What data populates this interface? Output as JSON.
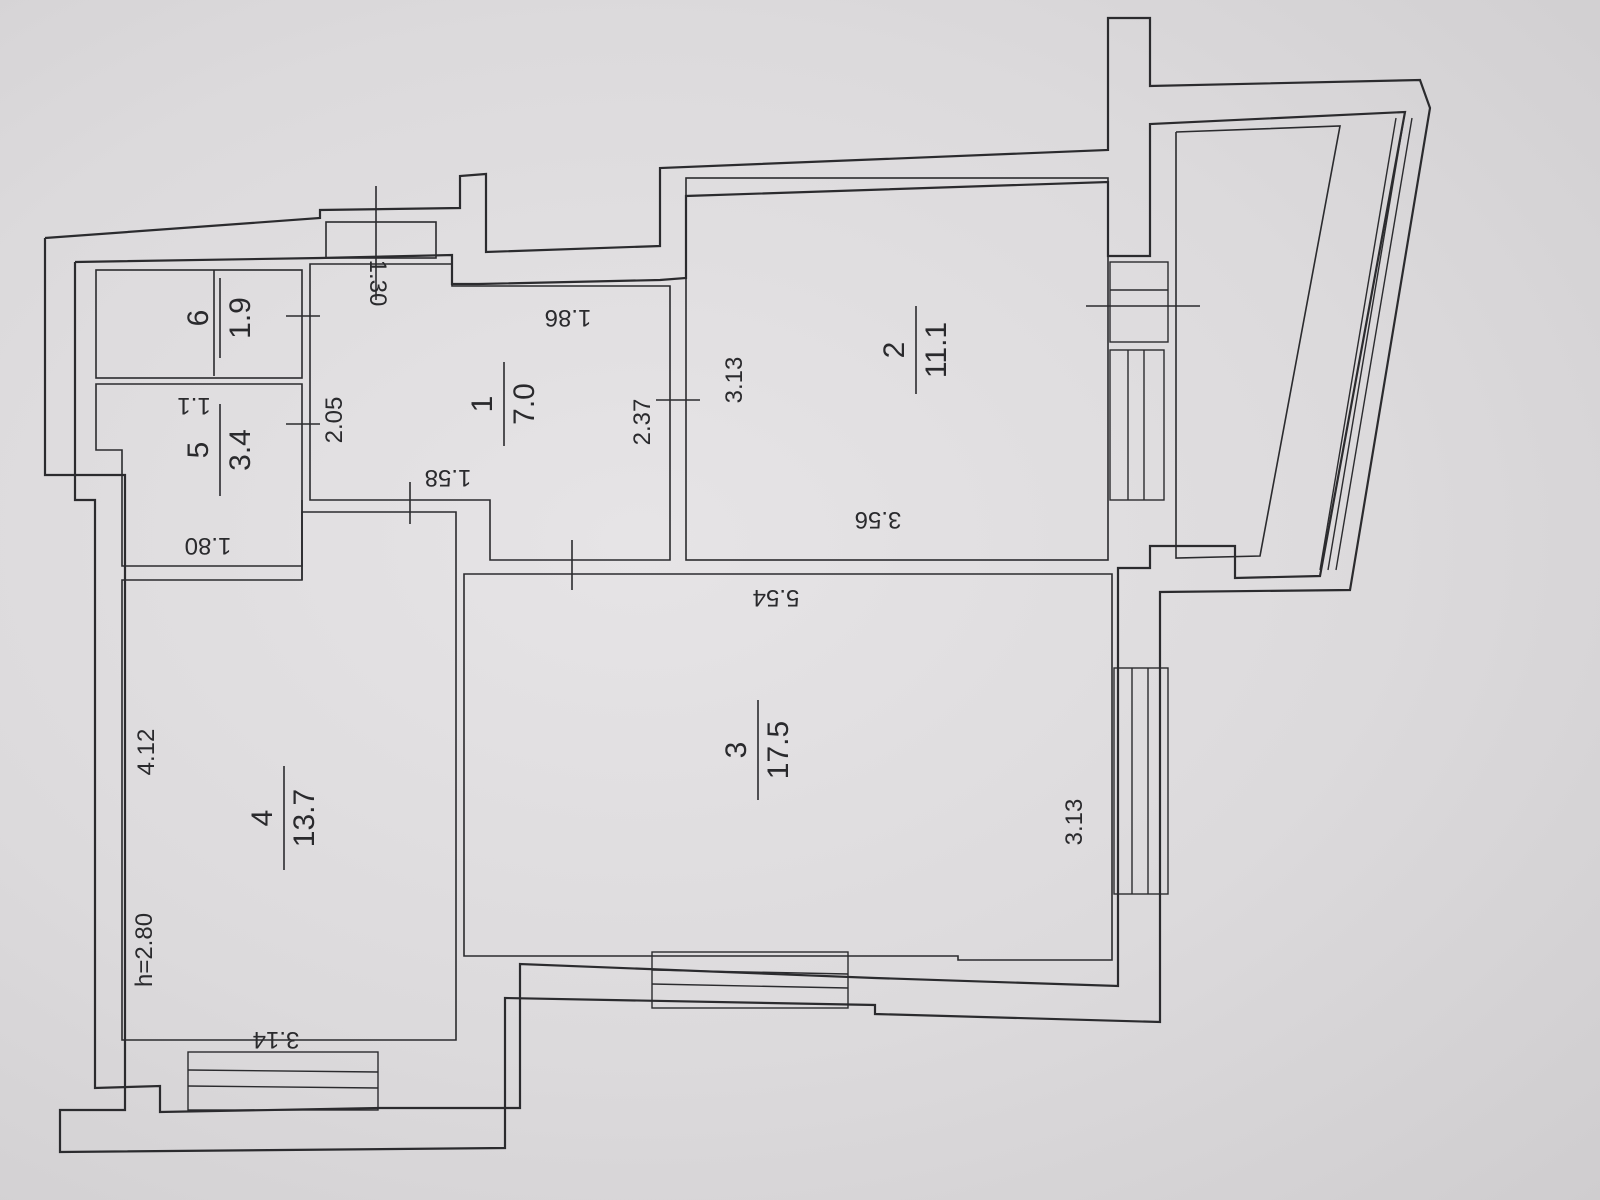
{
  "plan": {
    "ceiling_height": "h=2.80",
    "rooms": [
      {
        "id": "1",
        "number": "1",
        "area": "7.0"
      },
      {
        "id": "2",
        "number": "2",
        "area": "11.1"
      },
      {
        "id": "3",
        "number": "3",
        "area": "17.5"
      },
      {
        "id": "4",
        "number": "4",
        "area": "13.7"
      },
      {
        "id": "5",
        "number": "5",
        "area": "3.4"
      },
      {
        "id": "6",
        "number": "6",
        "area": "1.9"
      }
    ],
    "dimensions": {
      "d1_30": "1.30",
      "d1_86": "1.86",
      "d1_58": "1.58",
      "d2_37": "2.37",
      "d2_05": "2.05",
      "d3_13_room2": "3.13",
      "d3_56": "3.56",
      "d5_54": "5.54",
      "d3_13_room3": "3.13",
      "d4_12": "4.12",
      "d3_14": "3.14",
      "d1_80": "1.80",
      "d1_1": "1.1"
    },
    "colors": {
      "line": "#2b2b2e",
      "paper": "#e0dee0"
    }
  }
}
